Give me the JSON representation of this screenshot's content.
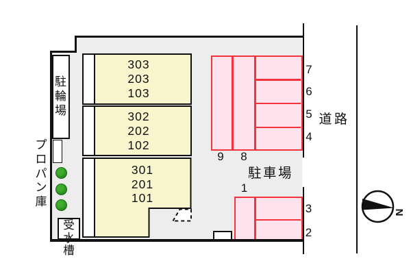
{
  "colors": {
    "site_bg": "#ededed",
    "building_fill": "#f9f5cc",
    "parking_fill": "#ffe3ec",
    "parking_border": "#f5333d",
    "line": "#111111",
    "tree": "#2e9422"
  },
  "building": {
    "blocks": [
      {
        "rooms": [
          "303",
          "203",
          "103"
        ]
      },
      {
        "rooms": [
          "302",
          "202",
          "102"
        ]
      },
      {
        "rooms": [
          "301",
          "201",
          "101"
        ]
      }
    ]
  },
  "facilities": {
    "bicycle_parking": "駐輪場",
    "propane_storage": "プロパン庫",
    "water_tank": "受水槽"
  },
  "parking": {
    "area_label": "駐車場",
    "upper_group": {
      "vertical_stalls": [
        "9",
        "8"
      ],
      "side_stalls": [
        "7",
        "6",
        "5",
        "4"
      ]
    },
    "lower_group": {
      "vertical_stalls": [
        "1"
      ],
      "side_stalls": [
        "3",
        "2"
      ]
    }
  },
  "road": {
    "label": "道路"
  },
  "compass": {
    "north_label": "N"
  }
}
